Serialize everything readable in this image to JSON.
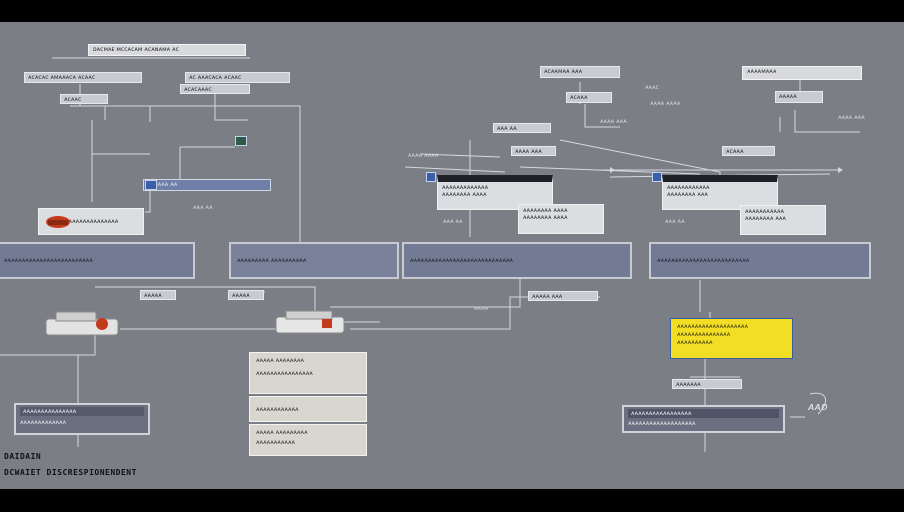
{
  "colors": {
    "canvas": "#7b7e85",
    "band_fill": "#737b94",
    "band_border": "#c7cad3",
    "wire": "#d5d8de",
    "sticky": "#f2de25",
    "device_red": "#c23b1c",
    "chip": "#3b5ea8"
  },
  "top_labels": {
    "title_left": "ᴅᴀᴄᴍᴀᴇ ᴍᴄᴄᴀᴄᴀᴍ ᴀᴄᴀɴᴀᴍᴀ ᴀᴄ",
    "a1": "ᴀᴄᴀᴄᴀᴄ ᴀᴍᴀᴀᴀᴄᴀ ᴀᴄᴀᴀᴄ",
    "a2": "ᴀᴄ ᴀᴀᴀᴄᴀᴄᴀ ᴀᴄᴀᴀᴄ",
    "a3": "ᴀᴄᴀᴀᴄ",
    "a4": "ᴀᴄᴀᴄᴀᴀᴀᴄ",
    "right1": "ᴀᴄᴀᴀᴍᴀᴀ ᴀᴀᴀ",
    "right2": "ᴀᴄᴀᴀᴀ",
    "right3": "ᴀᴀᴀᴄ",
    "far_right1": "ᴀᴀᴀᴀᴍᴀᴀᴀ",
    "far_right2": "ᴀᴀᴀᴀᴀ",
    "mid_a": "ᴀᴀᴀᴀᴀᴀ ᴀᴀ",
    "mid_b": "ᴀᴀᴀ ᴀᴀ",
    "mid_c": "ᴀᴀᴀᴀ ᴀᴀᴀᴀ",
    "mid_d": "ᴀᴀᴀᴀ ᴀᴀᴀ"
  },
  "bands": [
    {
      "label": "ᴀᴀᴀᴀᴀᴀᴀᴀᴀᴀᴀᴀᴀᴀᴀᴀᴀᴀᴀᴀᴀᴀᴀᴀᴀ"
    },
    {
      "label": "ᴀᴀᴀᴀᴀᴀᴀᴀᴀ ᴀᴀᴀᴀᴀᴀᴀᴀᴀᴀ"
    },
    {
      "label": "ᴀᴀᴀᴀᴀᴀᴀᴀᴀᴀᴀᴀᴀᴀᴀᴀᴀᴀᴀᴀᴀᴀᴀᴀᴀᴀᴀᴀᴀ"
    },
    {
      "label": "ᴀᴀᴀᴀᴀᴀᴀᴀᴀᴀᴀᴀᴀᴀᴀᴀᴀᴀᴀᴀᴀᴀᴀᴀᴀᴀ"
    }
  ],
  "cards": {
    "left_top_a": "ᴀᴀᴀᴀᴀᴀᴀᴀᴀᴀᴀᴀᴀᴀᴀ",
    "left_top_b": "ᴀᴀᴀᴀᴀᴀᴀᴀ",
    "center_card_a": "ᴀᴀᴀᴀᴀᴀᴀᴀᴀᴀᴀᴀᴀ",
    "center_card_b": "ᴀᴀᴀᴀᴀᴀᴀᴀ ᴀᴀᴀᴀ",
    "center_card_c": "ᴀᴀᴀᴀᴀᴀᴀᴀ ᴀᴀᴀᴀ",
    "right_card_a": "ᴀᴀᴀᴀᴀᴀᴀᴀᴀᴀᴀᴀ",
    "right_card_b": "ᴀᴀᴀᴀᴀᴀᴀᴀ ᴀᴀᴀ",
    "right_card_c": "ᴀᴀᴀᴀᴀᴀᴀᴀᴀᴀᴀ"
  },
  "lower": {
    "label_l1": "ᴀᴀᴀᴀᴀ",
    "label_l2": "ᴀᴀᴀᴀᴀ",
    "label_l3": "ᴀᴀᴀᴀᴀ ᴀᴀᴀ",
    "label_l4": "ᴀᴀᴀᴀ",
    "left_panel": "ᴀᴀᴀᴀᴀᴀᴀᴀᴀᴀᴀᴀᴀᴀᴀ",
    "left_panel_sub": "ᴀᴀᴀᴀᴀᴀᴀᴀᴀᴀᴀᴀᴀ",
    "stack_1": "ᴀᴀᴀᴀᴀ ᴀᴀᴀᴀᴀᴀᴀᴀ",
    "stack_1_sub": "ᴀᴀᴀᴀᴀᴀᴀᴀᴀᴀᴀᴀᴀᴀᴀᴀ",
    "stack_2": "ᴀᴀᴀᴀᴀᴀᴀᴀᴀᴀᴀᴀ",
    "stack_3": "ᴀᴀᴀᴀᴀ ᴀᴀᴀᴀᴀᴀᴀᴀᴀ",
    "stack_3_sub": "ᴀᴀᴀᴀᴀᴀᴀᴀᴀᴀᴀ",
    "sticky_1": "ᴀᴀᴀᴀᴀᴀᴀᴀᴀᴀᴀᴀᴀᴀᴀᴀᴀᴀᴀᴀ",
    "sticky_2": "ᴀᴀᴀᴀᴀᴀᴀᴀᴀᴀᴀᴀᴀᴀᴀ",
    "sticky_3": "ᴀᴀᴀᴀᴀᴀᴀᴀᴀᴀ",
    "right_lbl": "ᴀᴀᴀᴀᴀᴀᴀ",
    "right_panel": "ᴀᴀᴀᴀᴀᴀᴀᴀᴀᴀᴀᴀᴀᴀᴀᴀᴀ",
    "right_panel_sub": "ᴀᴀᴀᴀᴀᴀᴀᴀᴀᴀᴀᴀᴀᴀᴀᴀᴀᴀᴀ",
    "signature": "ᴀᴀᴅ"
  },
  "legend": {
    "line1": "DAIDAIN",
    "line2": "DCWAIET DISCRESPIONENDENT"
  }
}
